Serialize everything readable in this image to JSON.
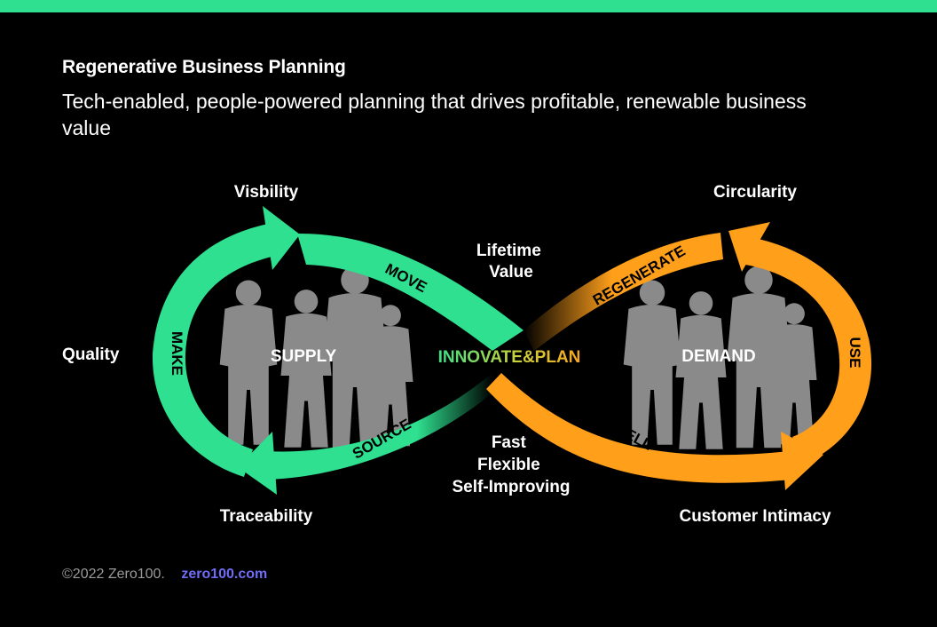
{
  "header": {
    "title": "Regenerative Business Planning",
    "subtitle": "Tech-enabled, people-powered planning that drives profitable, renewable business value"
  },
  "diagram": {
    "center_label": {
      "part1": "INNOVATE",
      "amp": "&",
      "part2": "PLAN"
    },
    "loops": {
      "supply": {
        "label": "SUPPLY",
        "color": "#2ee08f"
      },
      "demand": {
        "label": "DEMAND",
        "color": "#ff9f1a"
      }
    },
    "stages": {
      "move": "MOVE",
      "make": "MAKE",
      "source": "SOURCE",
      "regenerate": "REGENERATE",
      "use": "USE",
      "sell": "SELL"
    },
    "outer_labels": {
      "visibility": "Visbility",
      "quality": "Quality",
      "traceability": "Traceability",
      "circularity": "Circularity",
      "customer_intimacy": "Customer Intimacy",
      "lifetime_value": [
        "Lifetime",
        "Value"
      ],
      "center_bottom": [
        "Fast",
        "Flexible",
        "Self-Improving"
      ]
    }
  },
  "footer": {
    "copyright": "©2022 Zero100.",
    "site": "zero100.com"
  },
  "colors": {
    "accent": "#2ee08f",
    "orange": "#ff9f1a",
    "link": "#6f6cf5",
    "people": "#8a8a8a"
  }
}
